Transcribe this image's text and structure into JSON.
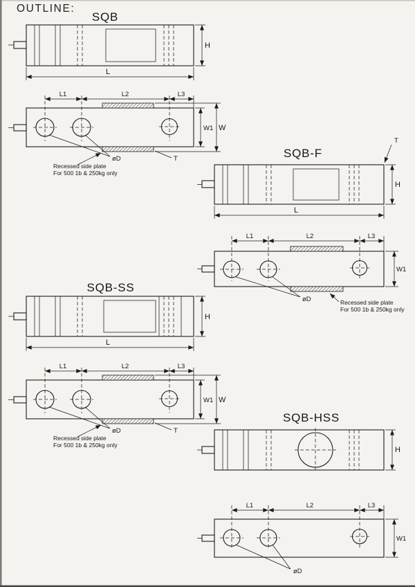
{
  "page": {
    "title": "OUTLINE:"
  },
  "sqb": {
    "title": "SQB",
    "labels": {
      "H": "H",
      "L": "L",
      "L1": "L1",
      "L2": "L2",
      "L3": "L3",
      "W1": "W1",
      "W": "W",
      "T": "T",
      "D": "øD"
    },
    "note1": "Recessed side plate",
    "note2": "For 500 1b & 250kg only"
  },
  "sqbf": {
    "title": "SQB-F",
    "labels": {
      "H": "H",
      "L": "L",
      "L1": "L1",
      "L2": "L2",
      "L3": "L3",
      "W1": "W1",
      "T": "T",
      "D": "øD"
    },
    "note1": "Recessed side plate",
    "note2": "For 500 1b & 250kg only"
  },
  "sqbss": {
    "title": "SQB-SS",
    "labels": {
      "H": "H",
      "L": "L",
      "L1": "L1",
      "L2": "L2",
      "L3": "L3",
      "W1": "W1",
      "W": "W",
      "T": "T",
      "D": "øD"
    },
    "note1": "Recessed side plate",
    "note2": "For 500 1b & 250kg only"
  },
  "sqbhss": {
    "title": "SQB-HSS",
    "labels": {
      "H": "H",
      "L1": "L1",
      "L2": "L2",
      "L3": "L3",
      "W1": "W1",
      "D": "øD"
    }
  }
}
